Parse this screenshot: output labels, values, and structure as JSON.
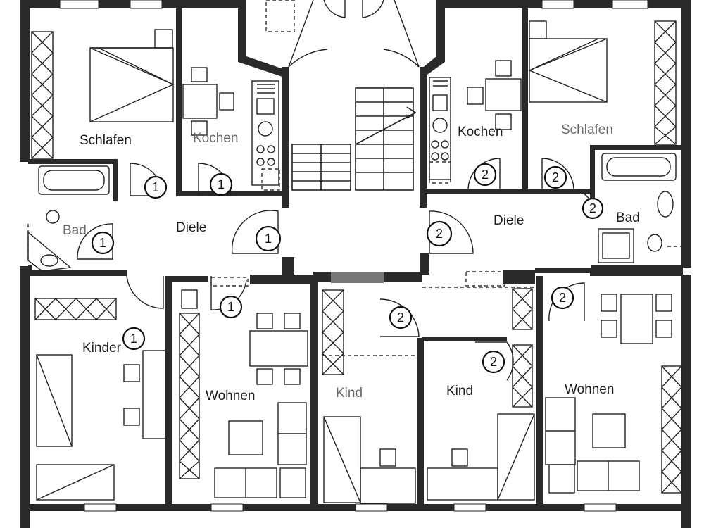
{
  "rooms": {
    "schlafen_left": "Schlafen",
    "kochen_left": "Kochen",
    "kochen_right": "Kochen",
    "schlafen_right": "Schlafen",
    "bad_left": "Bad",
    "diele_left": "Diele",
    "diele_right": "Diele",
    "bad_right": "Bad",
    "kinder": "Kinder",
    "wohnen_left": "Wohnen",
    "kind_center_left": "Kind",
    "kind_center_right": "Kind",
    "wohnen_right": "Wohnen"
  },
  "unit_markers": {
    "unit_1": "1",
    "unit_2": "2"
  },
  "colors": {
    "wall": "#2a2a2a",
    "line": "#222222",
    "faded_label": "#6a6a6a"
  }
}
